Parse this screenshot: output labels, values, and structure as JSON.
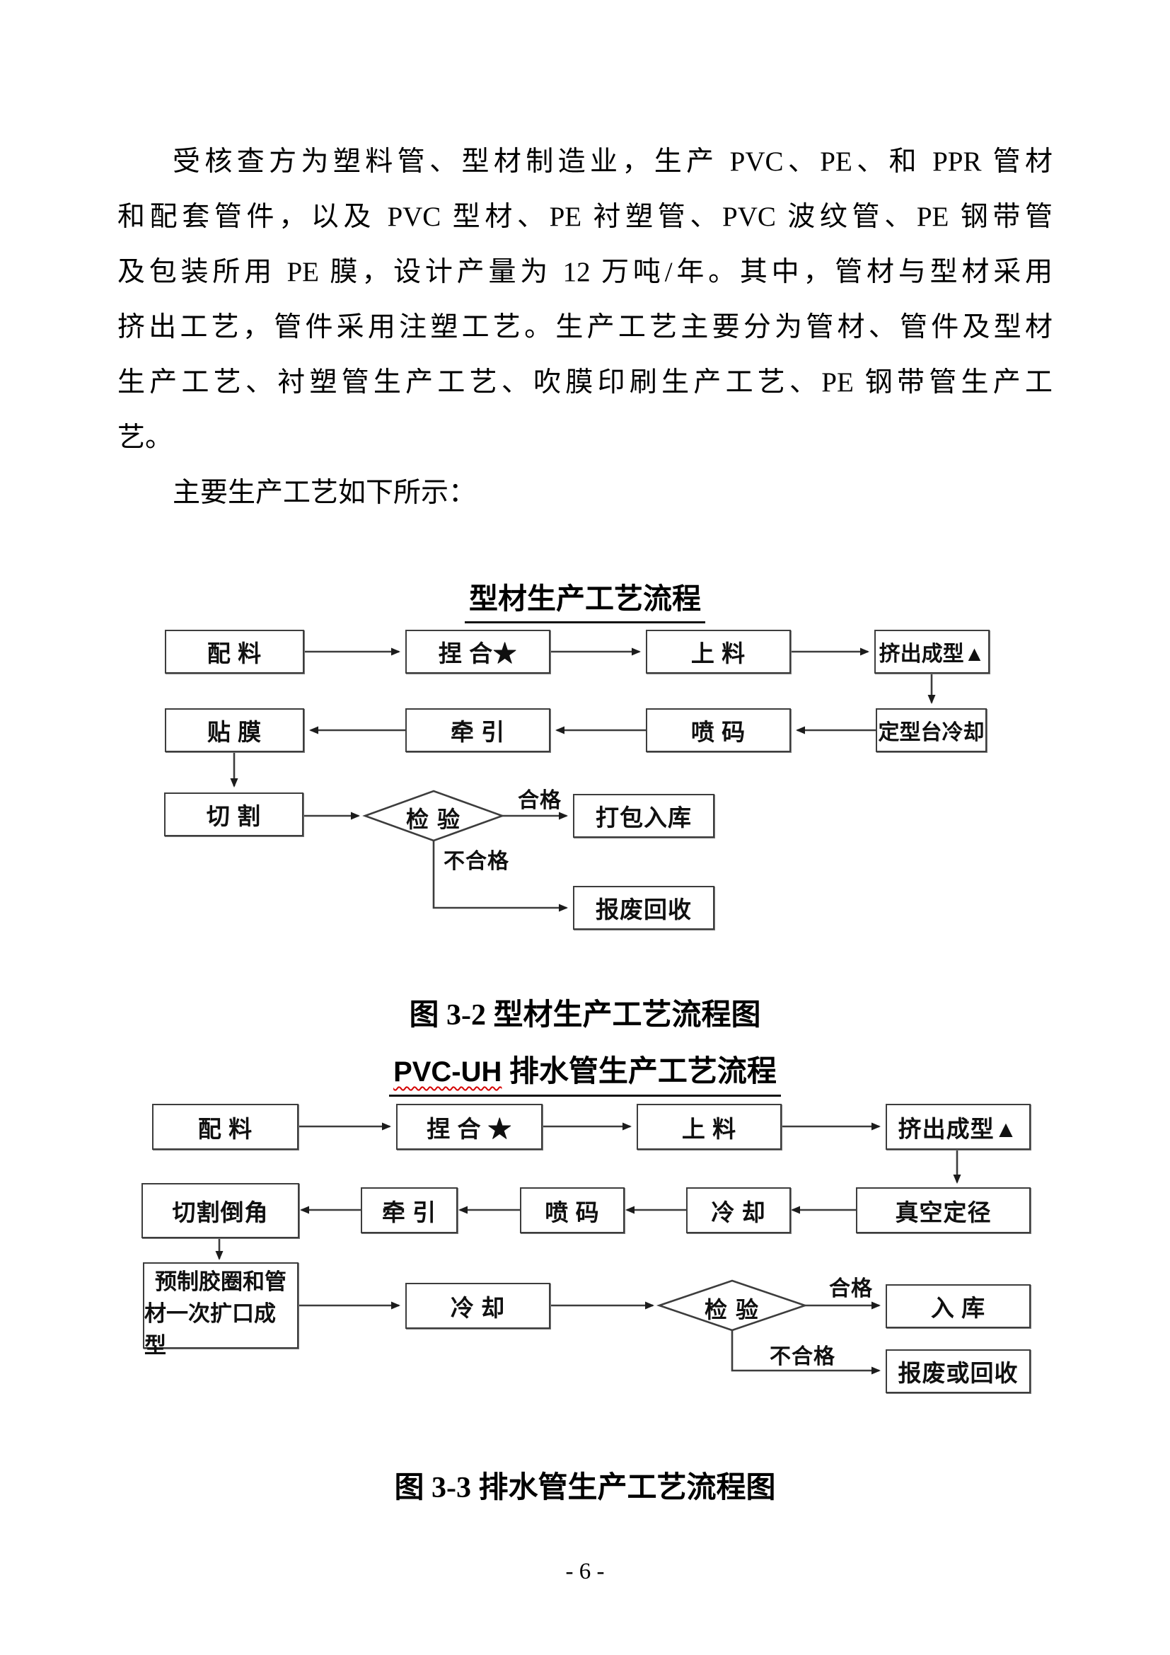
{
  "paragraph": {
    "lines": [
      "受核查方为塑料管、型材制造业，生产 PVC、PE、和 PPR 管材",
      "和配套管件，以及 PVC 型材、PE 衬塑管、PVC 波纹管、PE 钢带管",
      "及包装所用 PE 膜，设计产量为 12 万吨/年。其中，管材与型材采用",
      "挤出工艺，管件采用注塑工艺。生产工艺主要分为管材、管件及型材",
      "生产工艺、衬塑管生产工艺、吹膜印刷生产工艺、PE 钢带管生产工",
      "艺。"
    ],
    "intro_line": "主要生产工艺如下所示："
  },
  "flowchart1": {
    "title": "型材生产工艺流程",
    "caption": "图 3-2 型材生产工艺流程图",
    "boxes": {
      "peiliao": "配 料",
      "niehe": "捏 合★",
      "shangliao": "上 料",
      "jichucheng": "挤出成型▲",
      "tiemo": "贴 膜",
      "qianyin": "牵 引",
      "penma": "喷 码",
      "dingxingtai": "定型台冷却",
      "qiege": "切 割",
      "dabaoruku": "打包入库",
      "baofeihuishou": "报废回收"
    },
    "diamond_label": "检 验",
    "pass_label": "合格",
    "fail_label": "不合格"
  },
  "flowchart2": {
    "title_prefix": "PVC-UH",
    "title_suffix": " 排水管生产工艺流程",
    "caption": "图 3-3 排水管生产工艺流程图",
    "boxes": {
      "peiliao": "配 料",
      "niehe": "捏 合 ★",
      "shangliao": "上 料",
      "jichucheng": "挤出成型▲",
      "qiegedaojiao": "切割倒角",
      "qianyin": "牵 引",
      "penma": "喷 码",
      "lengque": "冷 却",
      "zhenkong": "真空定径",
      "yuzhi_line1": "预制胶圈和管",
      "yuzhi_line2": "材一次扩口成型",
      "lengque2": "冷 却",
      "ruku": "入 库",
      "baofei": "报废或回收"
    },
    "diamond_label": "检 验",
    "pass_label": "合格",
    "fail_label": "不合格"
  },
  "page": {
    "number_label": "- 6 -"
  }
}
